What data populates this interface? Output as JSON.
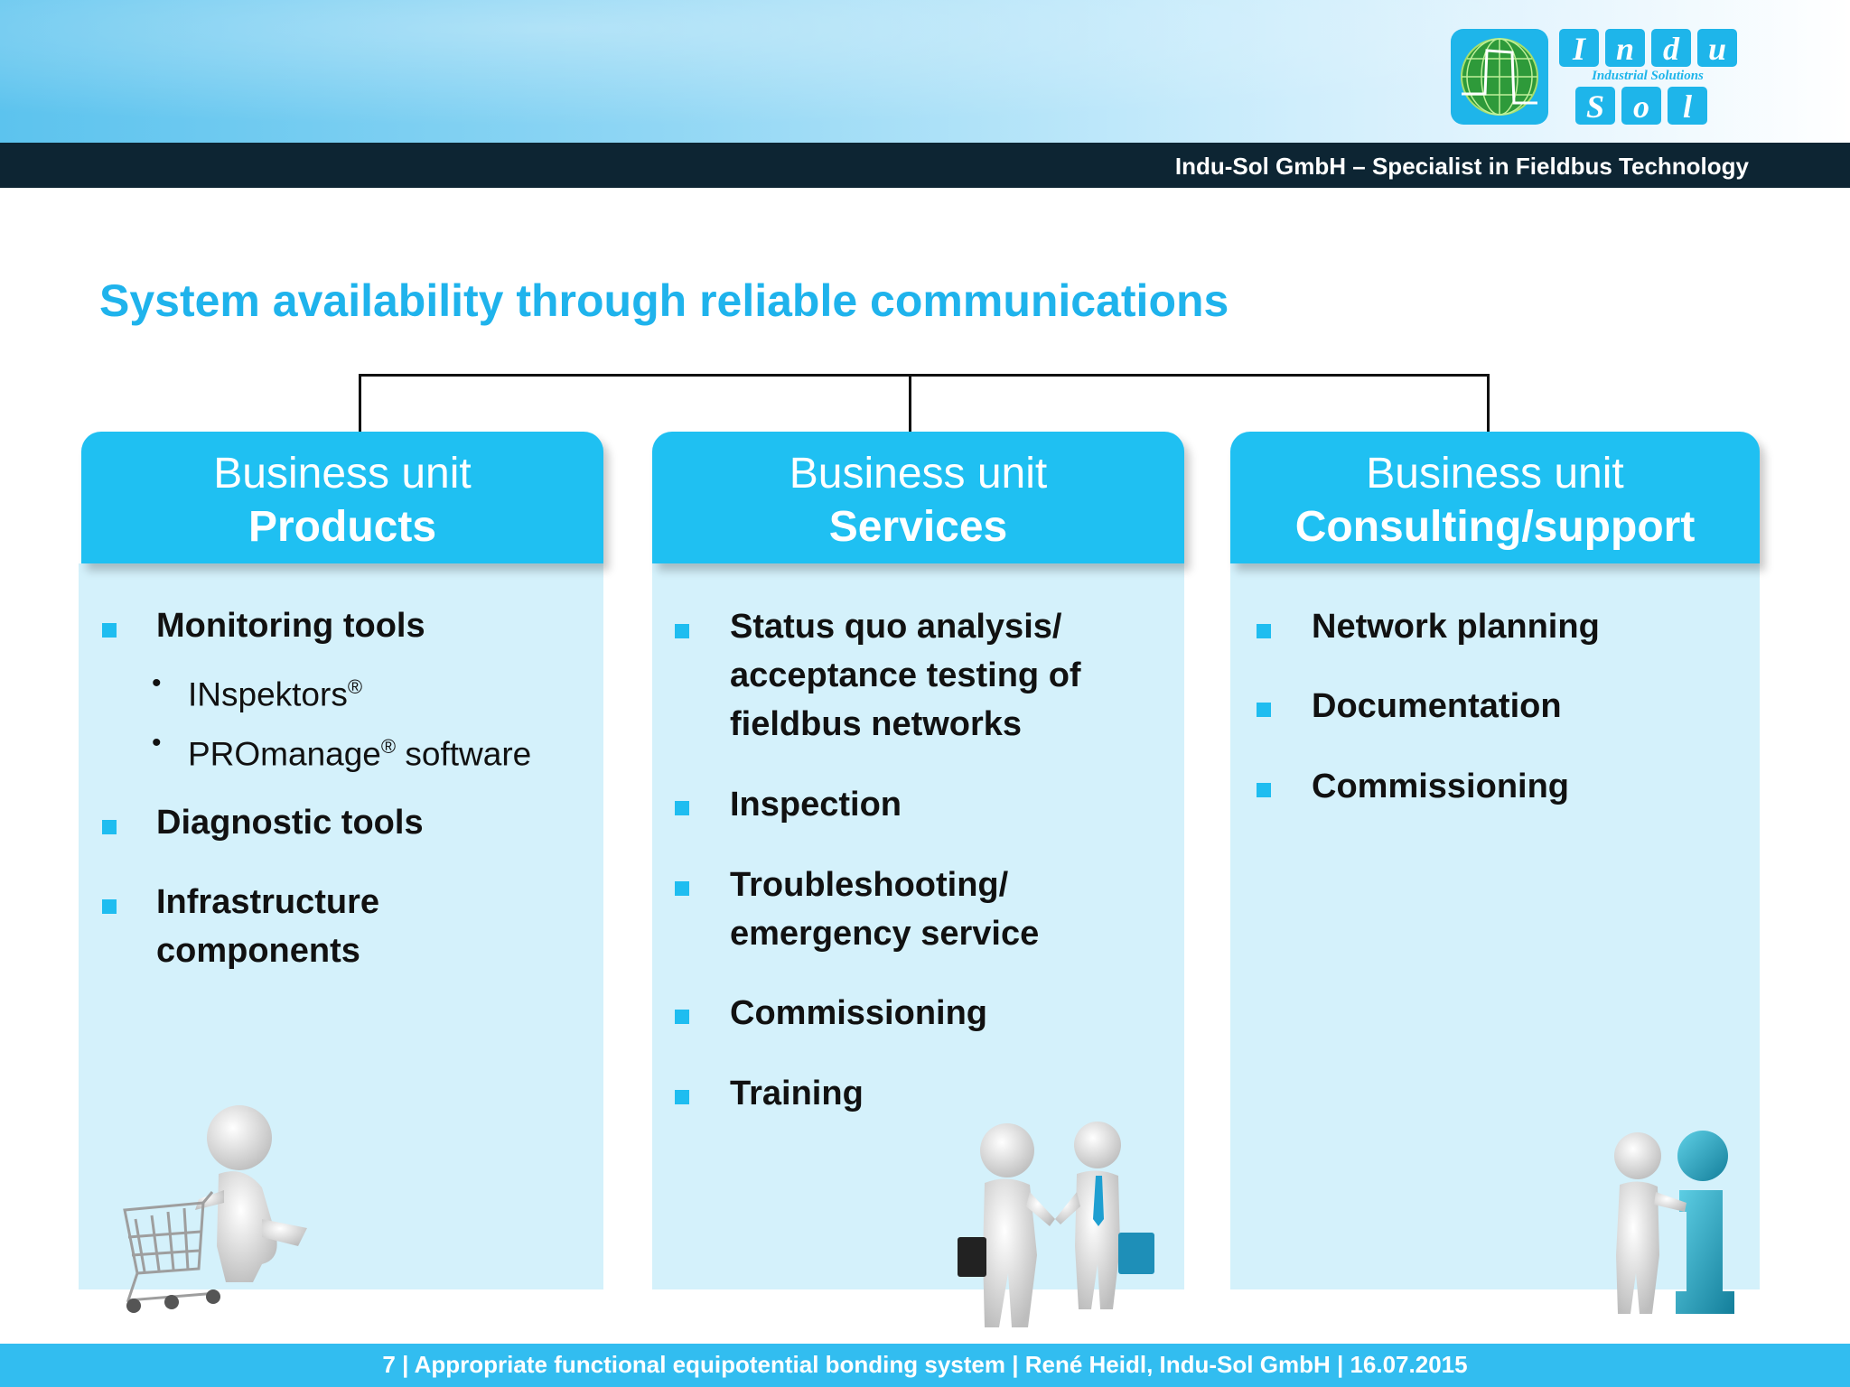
{
  "header": {
    "tagline": "Indu-Sol GmbH – Specialist in Fieldbus Technology",
    "logo": {
      "l1": "Indu",
      "l2": "Industrial Solutions",
      "l3": "Sol"
    }
  },
  "title": "System availability through reliable communications",
  "units": [
    {
      "line1": "Business unit",
      "line2": "Products",
      "items": [
        {
          "text": "Monitoring tools"
        },
        {
          "sub": [
            "INspektors",
            "PROmanage"
          ],
          "sub_suffix": [
            "",
            " software"
          ],
          "reg": "®"
        },
        {
          "text": "Diagnostic tools"
        },
        {
          "text_lines": [
            "Infrastructure",
            "components"
          ]
        }
      ]
    },
    {
      "line1": "Business unit",
      "line2": "Services",
      "items": [
        {
          "text_lines": [
            "Status quo analysis/",
            "acceptance testing of",
            "fieldbus networks"
          ]
        },
        {
          "text": "Inspection"
        },
        {
          "text_lines": [
            "Troubleshooting/",
            "emergency service"
          ]
        },
        {
          "text": "Commissioning"
        },
        {
          "text": "Training"
        }
      ]
    },
    {
      "line1": "Business unit",
      "line2": "Consulting/support",
      "items": [
        {
          "text": "Network planning"
        },
        {
          "text": "Documentation"
        },
        {
          "text": "Commissioning"
        }
      ]
    }
  ],
  "footer": {
    "text": "7 | Appropriate functional equipotential bonding system | René Heidl, Indu-Sol GmbH | 16.07.2015"
  },
  "colors": {
    "accent": "#1fc0f2",
    "title": "#1fb3ec",
    "panel": "#d4f1fb",
    "dark_bar": "#0d2533"
  },
  "icons": [
    "shopping-cart-figure",
    "handshake-figure",
    "info-figure"
  ]
}
